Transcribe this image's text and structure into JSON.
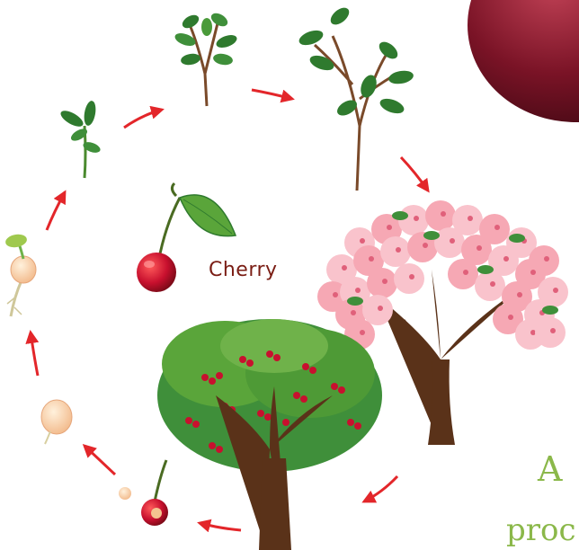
{
  "title": "",
  "center_label": "Cherry",
  "edge_text": {
    "line1": "A",
    "line2": "proc"
  },
  "stages": [
    {
      "name": "cherry-fruit"
    },
    {
      "name": "pit"
    },
    {
      "name": "seed"
    },
    {
      "name": "germinating-seed"
    },
    {
      "name": "seedling"
    },
    {
      "name": "young-plant"
    },
    {
      "name": "sapling"
    },
    {
      "name": "flowering-tree"
    },
    {
      "name": "fruiting-tree"
    }
  ],
  "colors": {
    "arrow": "#e3262a",
    "leaf": "#3f8f3a",
    "leaf_light": "#6fb24a",
    "trunk": "#5a3219",
    "blossom": "#f6a8b4",
    "cherry": "#c8102e",
    "text_label": "#7a1d14",
    "text_edge": "#8bb84a"
  }
}
